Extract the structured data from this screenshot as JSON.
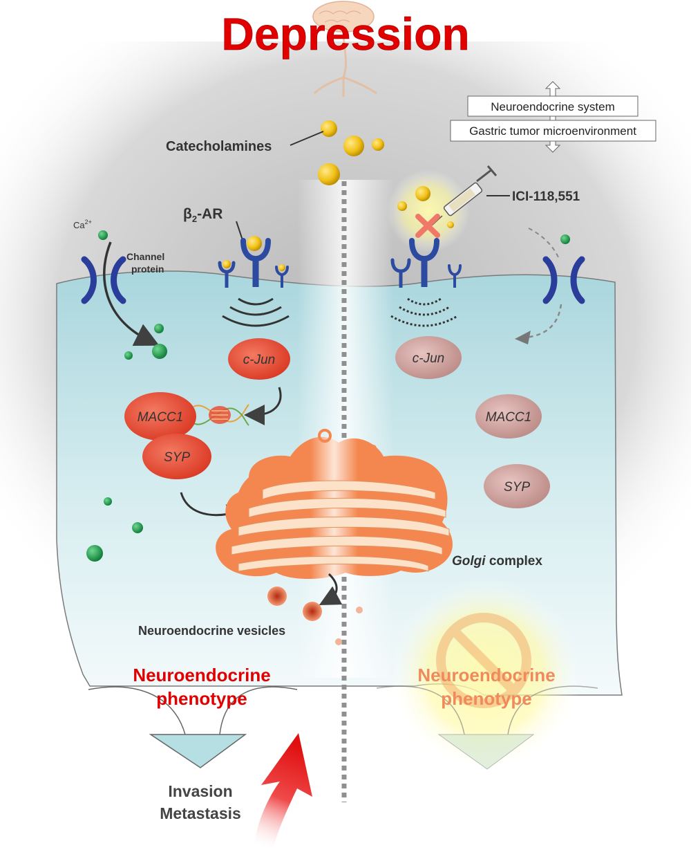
{
  "title": "Depression",
  "labels": {
    "catecholamines": "Catecholamines",
    "beta2ar_main": "β",
    "beta2ar_sub": "2",
    "beta2ar_suffix": "-AR",
    "ca_main": "Ca",
    "ca_sup": "2+",
    "channel_protein_line1": "Channel",
    "channel_protein_line2": "protein",
    "neuroendocrine_system": "Neuroendocrine system",
    "gastric_tumor": "Gastric tumor microenvironment",
    "ici": "ICI-118,551",
    "cjun": "c-Jun",
    "macc1": "MACC1",
    "syp": "SYP",
    "golgi_italic": "Golgi",
    "golgi_rest": " complex",
    "vesicles": "Neuroendocrine vesicles",
    "phenotype_line1": "Neuroendocrine",
    "phenotype_line2": "phenotype",
    "invasion": "Invasion",
    "metastasis": "Metastasis"
  },
  "colors": {
    "title_red": "#e00000",
    "phenotype_red": "#e00000",
    "phenotype_faded": "#f08a5d",
    "cell_fill": "#cfe8ec",
    "receptor_blue": "#2b4aa0",
    "protein_red": "#e8503a",
    "protein_faded": "#c9918d",
    "golgi_orange": "#f4874f",
    "ca_green": "#1a9a48",
    "catecholamine_yellow": "#f2c21a"
  },
  "icons": [
    "brain-icon",
    "syringe-icon",
    "x-mark-icon",
    "prohibition-icon",
    "dna-icon",
    "up-arrow-icon",
    "funnel-icon",
    "double-arrow-icon"
  ]
}
